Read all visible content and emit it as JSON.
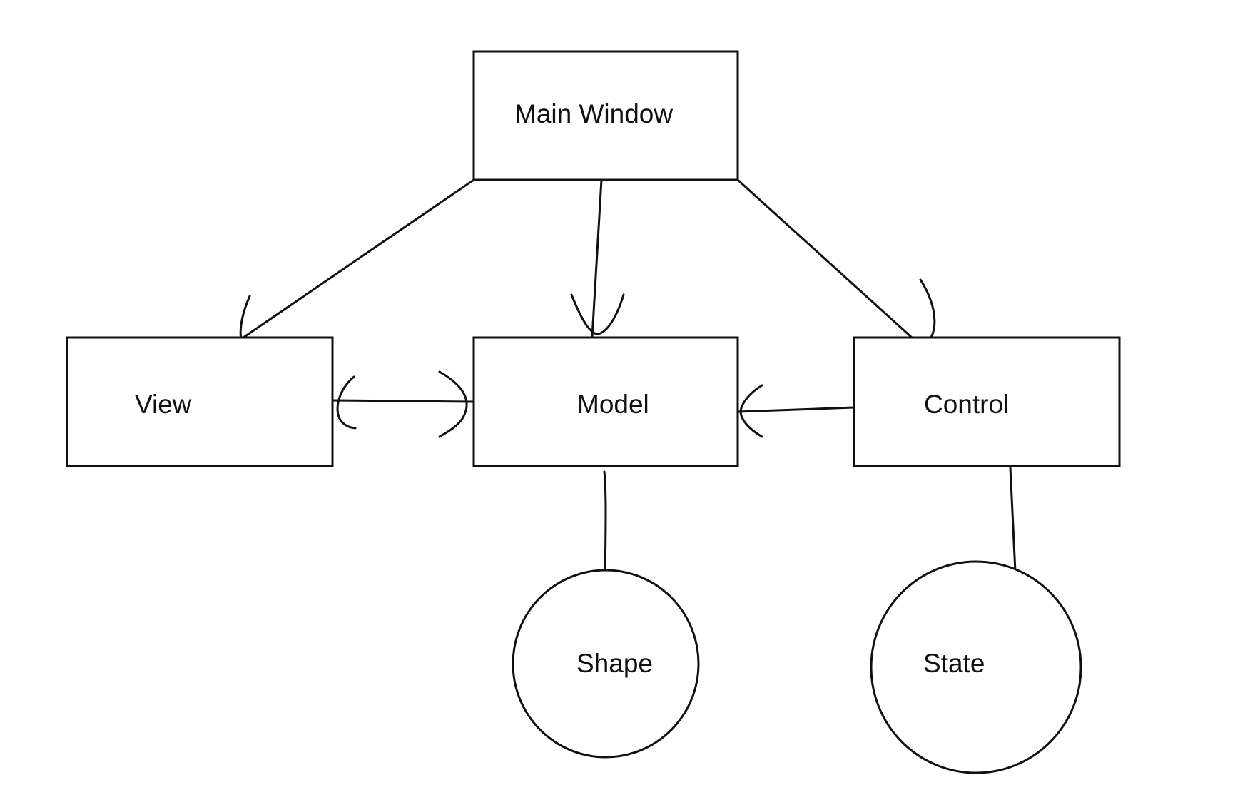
{
  "diagram": {
    "nodes": {
      "main_window": {
        "label": "Main Window",
        "shape": "rectangle"
      },
      "view": {
        "label": "View",
        "shape": "rectangle"
      },
      "model": {
        "label": "Model",
        "shape": "rectangle"
      },
      "control": {
        "label": "Control",
        "shape": "rectangle"
      },
      "shape": {
        "label": "Shape",
        "shape": "circle"
      },
      "state": {
        "label": "State",
        "shape": "circle"
      }
    },
    "edges": [
      {
        "from": "Main Window",
        "to": "View",
        "arrow_at": "View"
      },
      {
        "from": "Main Window",
        "to": "Model",
        "arrow_at": "Model"
      },
      {
        "from": "Main Window",
        "to": "Control",
        "arrow_at": "Control"
      },
      {
        "from": "View",
        "to": "Model",
        "arrow_at": "both"
      },
      {
        "from": "Control",
        "to": "Model",
        "arrow_at": "Model"
      },
      {
        "from": "Model",
        "to": "Shape",
        "arrow_at": "none"
      },
      {
        "from": "Control",
        "to": "State",
        "arrow_at": "none"
      }
    ],
    "colors": {
      "stroke": "#111111",
      "background": "#ffffff"
    }
  }
}
